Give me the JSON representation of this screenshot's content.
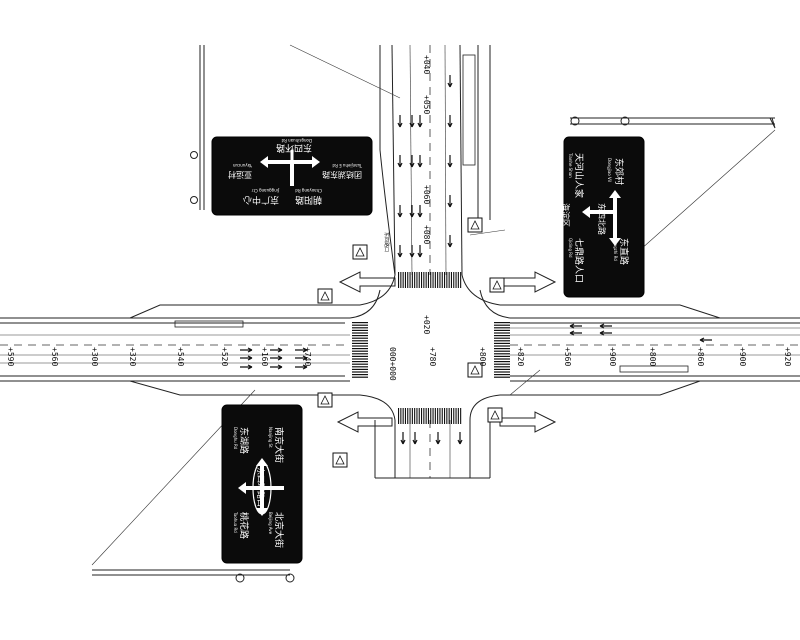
{
  "chainage": {
    "ew": [
      "+590",
      "+560",
      "+300",
      "+320",
      "+540",
      "+520",
      "+160",
      "+740",
      "000+000",
      "+780",
      "+800",
      "+820",
      "+560",
      "+900",
      "+800",
      "+860",
      "+900",
      "+920"
    ],
    "ns": [
      "+040",
      "+050",
      "+060",
      "+080",
      "+020"
    ]
  },
  "signs": {
    "north_west": {
      "top": [
        "东四环路",
        "Dongsihuan Rd"
      ],
      "left": [
        "团结湖东路",
        "Tuanjiehu E Rd"
      ],
      "right": [
        "亚运村",
        "Yayuncun"
      ],
      "bottom": [
        "朝阳路",
        "Chaoyang Rd"
      ],
      "bottom2": [
        "京广中心",
        "Jingguang Ctr"
      ]
    },
    "north_east": {
      "top": [
        "东郊村",
        "Dongjiao Vil"
      ],
      "center": [
        "东四北路"
      ],
      "left": [
        "天河山人家",
        "Tianhe Shan"
      ],
      "right_top": [
        "东直路",
        "Dongzhi Rd"
      ],
      "right_bottom": [
        "七鼎路人口",
        "Qiding Rd"
      ],
      "bottom": [
        "海淀区",
        "Haidian Qu"
      ]
    },
    "south_west": {
      "top": [
        "南京大街",
        "Nanjing St"
      ],
      "left": [
        "东湖路",
        "Donghu Rd"
      ],
      "center": [
        "东四环路口"
      ],
      "right": [
        "北京大街",
        "Beijing Ave"
      ],
      "bottom": [
        "桃花路",
        "Taohua Rd"
      ]
    }
  },
  "labels": {
    "ns_label": "东四路口"
  },
  "colors": {
    "line": "#222222",
    "sign_bg": "#0b0b0b",
    "sign_text": "#ffffff"
  }
}
